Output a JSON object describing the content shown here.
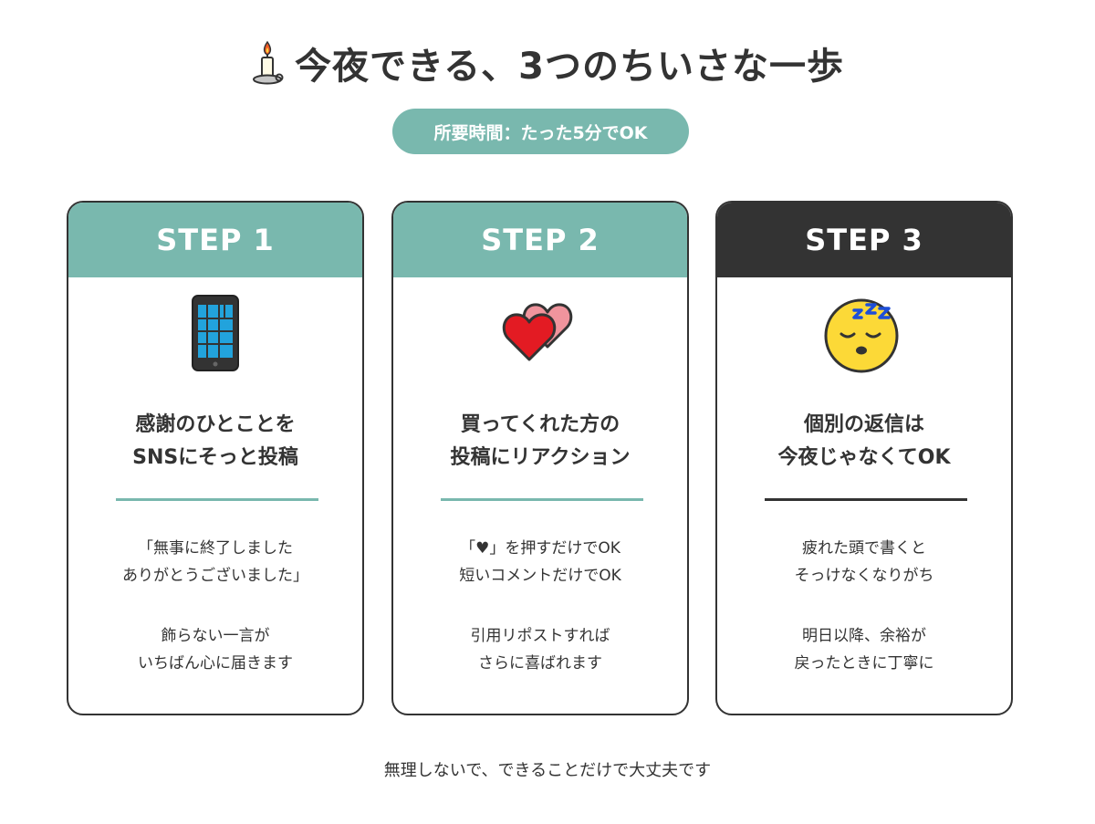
{
  "title": {
    "icon": "candle-icon",
    "text": "今夜できる、3つのちいさな一歩"
  },
  "badge": "所要時間：たった5分でOK",
  "colors": {
    "accent": "#79b8ae",
    "dark": "#333333",
    "text": "#333333"
  },
  "steps": [
    {
      "label": "STEP 1",
      "icon": "mobile-phone-icon",
      "heading": [
        "感謝のひとことを",
        "SNSにそっと投稿"
      ],
      "para1": [
        "「無事に終了しました",
        "ありがとうございました」"
      ],
      "para2": [
        "飾らない一言が",
        "いちばん心に届きます"
      ]
    },
    {
      "label": "STEP 2",
      "icon": "two-hearts-icon",
      "heading": [
        "買ってくれた方の",
        "投稿にリアクション"
      ],
      "para1": [
        "「♥」を押すだけでOK",
        "短いコメントだけでOK"
      ],
      "para2": [
        "引用リポストすれば",
        "さらに喜ばれます"
      ]
    },
    {
      "label": "STEP 3",
      "icon": "sleeping-face-icon",
      "heading": [
        "個別の返信は",
        "今夜じゃなくてOK"
      ],
      "para1": [
        "疲れた頭で書くと",
        "そっけなくなりがち"
      ],
      "para2": [
        "明日以降、余裕が",
        "戻ったときに丁寧に"
      ]
    }
  ],
  "footer": "無理しないで、できることだけで大丈夫です"
}
